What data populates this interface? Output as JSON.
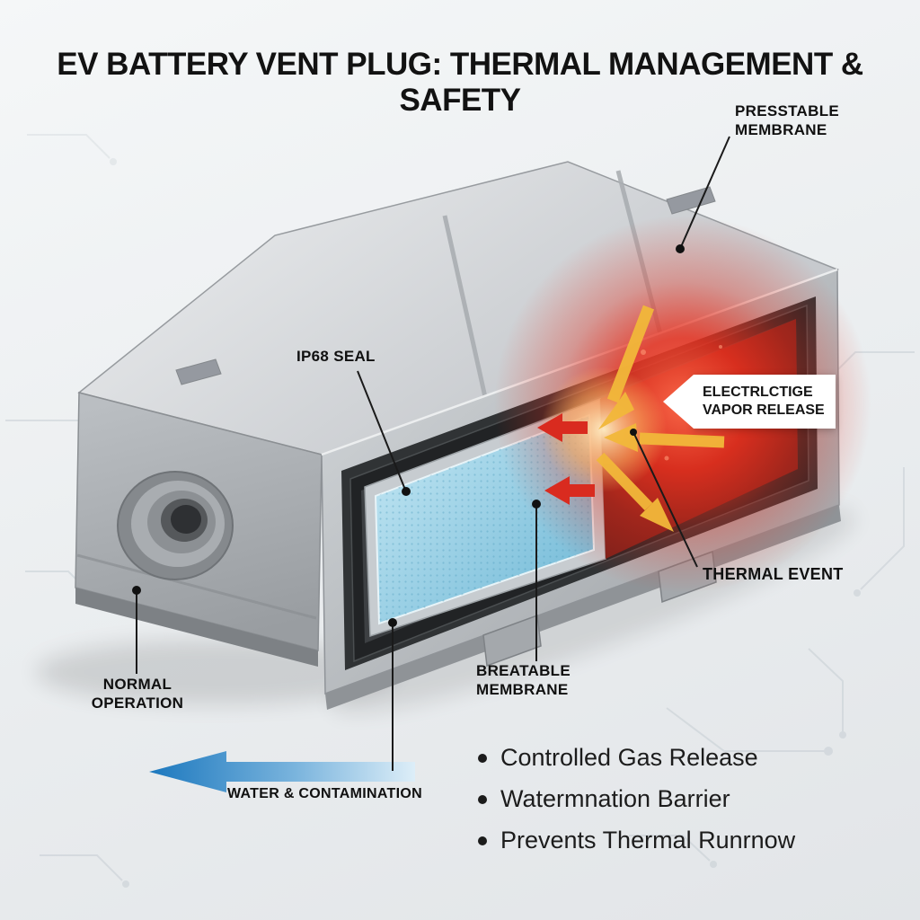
{
  "title": "EV BATTERY VENT PLUG: THERMAL MANAGEMENT & SAFETY",
  "callouts": {
    "presstable_membrane": "PRESSTABLE MEMBRANE",
    "ip68_seal": "IP68 SEAL",
    "vapor_release": "ELECTRLCTIGE VAPOR RELEASE",
    "thermal_event": "THERMAL EVENT",
    "breathable_membrane": "BREATABLE MEMBRANE",
    "normal_operation": "NORMAL OPERATION",
    "water_contamination": "WATER & CONTAMINATION"
  },
  "bullets": [
    "Controlled Gas Release",
    "Watermnation Barrier",
    "Prevents Thermal Runrnow"
  ],
  "colors": {
    "water_blue": "#1f7ec2",
    "thermal_red": "#e03120",
    "vent_yellow": "#f2b83a",
    "housing_gray": "#c6c9cd",
    "membrane_blue": "#8ecbe2",
    "callout_ink": "#111111"
  },
  "icons": {
    "water_arrow": "fading-left-arrow",
    "vent_arrows": "converging-yellow-arrows",
    "thermal_arrows": "red-left-arrows",
    "callout_marker": "black-dot"
  }
}
